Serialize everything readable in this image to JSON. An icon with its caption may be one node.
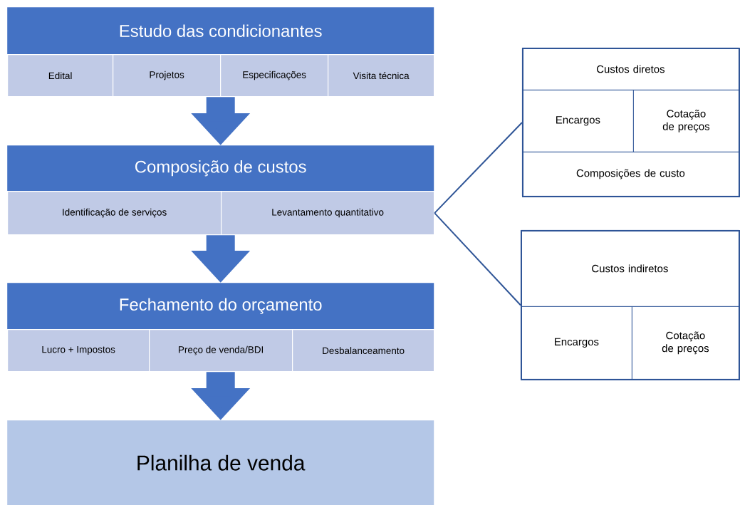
{
  "diagram": {
    "nodes": [
      {
        "text": [
          "Estudo das condicionantes"
        ]
      },
      {
        "text": [
          "Edital"
        ]
      },
      {
        "text": [
          "Projetos"
        ]
      },
      {
        "text": [
          "Especificações"
        ]
      },
      {
        "text": [
          "Visita técnica"
        ]
      },
      {
        "text": [
          "Composição de custos"
        ]
      },
      {
        "text": [
          "Identificação de serviços"
        ]
      },
      {
        "text": [
          "Levantamento quantitativo"
        ]
      },
      {
        "text": [
          "Fechamento do orçamento"
        ]
      },
      {
        "text": [
          "Lucro + Impostos"
        ]
      },
      {
        "text": [
          "Preço de venda/BDI"
        ]
      },
      {
        "text": [
          "Desbalanceamento"
        ]
      },
      {
        "text": [
          "Planilha de venda"
        ]
      },
      {
        "text": [],
        "shape": "box"
      },
      {
        "text": [
          "Custos diretos"
        ],
        "in": 13
      },
      {
        "text": [
          "Encargos"
        ],
        "in": 13
      },
      {
        "text": [
          "Cotação de preços"
        ],
        "in": 13
      },
      {
        "text": [
          "Composições de custo"
        ],
        "in": 13
      },
      {
        "text": [],
        "shape": "box"
      },
      {
        "text": [
          "Custos indiretos"
        ],
        "in": 18
      },
      {
        "text": [
          "Encargos"
        ],
        "in": 18
      },
      {
        "text": [
          "Cotação de preços"
        ],
        "in": 18
      }
    ],
    "edges": [
      {
        "from": 2,
        "to": 5,
        "arrow": "to"
      },
      {
        "from": 7,
        "to": 8,
        "arrow": "to"
      },
      {
        "from": 10,
        "to": 12,
        "arrow": "to"
      },
      {
        "from": 7,
        "to": 13,
        "arrow": "none",
        "color": "#2f5597"
      },
      {
        "from": 7,
        "to": 18,
        "arrow": "none",
        "color": "#2f5597"
      }
    ]
  }
}
